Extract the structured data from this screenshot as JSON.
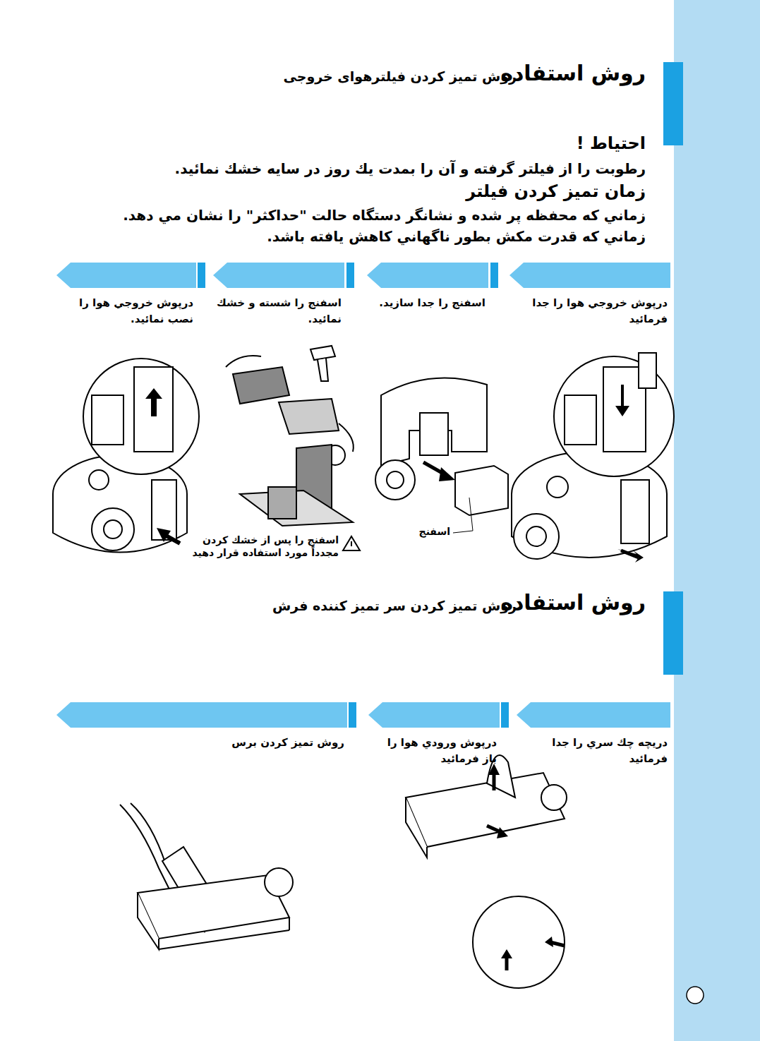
{
  "diagram": {
    "nodes": [
      {
        "text": [
          "درپوش خروجي هوا را جدا فرمائيد"
        ]
      },
      {
        "text": [
          "اسفنج را جدا سازيد."
        ]
      },
      {
        "text": [
          "اسفنج را شسته و خشك نمائيد."
        ]
      },
      {
        "text": [
          "درپوش خروجي هوا را نصب نمائيد."
        ]
      },
      {
        "text": [
          "دريچه چك سري را جدا فرمائيد"
        ]
      },
      {
        "text": [
          "درپوش ورودي هوا را باز فرمائيد"
        ]
      },
      {
        "text": [
          "روش تميز كردن برس"
        ]
      }
    ],
    "labels": [
      "روش استفاده",
      "روش تميز كردن فيلترهواى خروجى",
      "احتياط !",
      "رطوبت را از فيلتر گرفته و آن را بمدت يك روز در سايه خشك نمائيد.",
      "زمان تميز كردن فيلتر",
      "زماني كه محفظه پر شده و نشانگر دستگاه حالت \"حداكثر\" را نشان مي دهد.",
      "زماني كه قدرت مكش بطور ناگهاني كاهش يافته باشد.",
      "اسفنج",
      "اسفنج را پس از خشك كردن مجدداً مورد استفاده قرار دهيد",
      "روش استفاده",
      "روش تميز كردن سر تميز كننده فرش"
    ]
  }
}
